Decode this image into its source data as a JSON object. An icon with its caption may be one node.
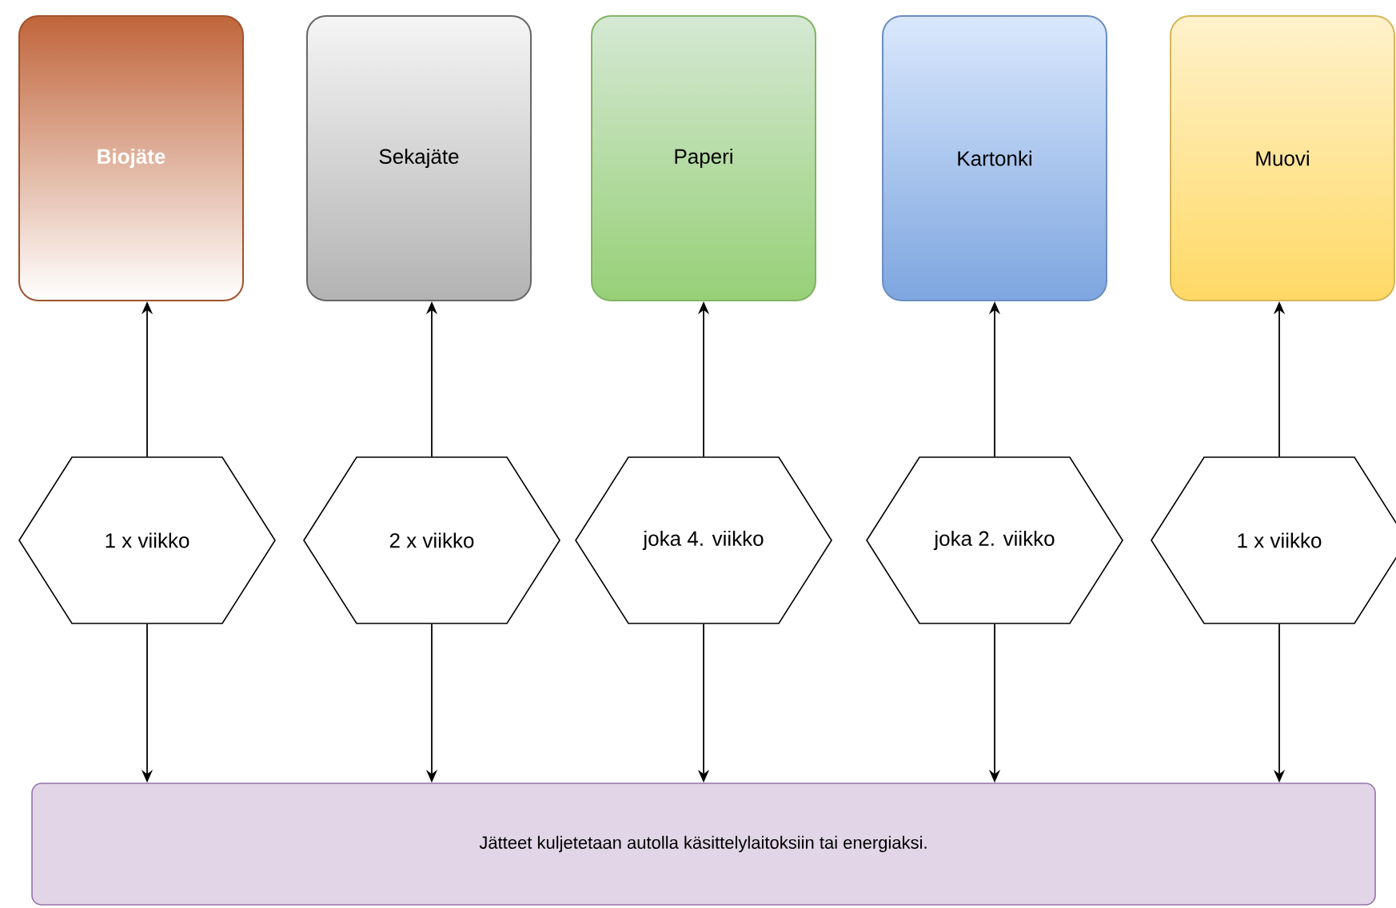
{
  "diagram": {
    "nodes": [
      {
        "text": [
          "Biojäte"
        ]
      },
      {
        "text": [
          "Sekajäte"
        ]
      },
      {
        "text": [
          "Paperi"
        ]
      },
      {
        "text": [
          "Kartonki"
        ]
      },
      {
        "text": [
          "Muovi"
        ]
      },
      {
        "text": [
          "1 x viikko"
        ]
      },
      {
        "text": [
          "2 x viikko"
        ]
      },
      {
        "text": [
          "joka 4. viikko"
        ]
      },
      {
        "text": [
          "joka 2. viikko"
        ]
      },
      {
        "text": [
          "1 x viikko"
        ]
      },
      {
        "text": [
          "Jätteet kuljetetaan autolla käsittelylaitoksiin tai energiaksi."
        ]
      }
    ],
    "edges": [
      {
        "from": 5,
        "to": 0,
        "arrow": "to"
      },
      {
        "from": 5,
        "to": 10,
        "arrow": "to"
      },
      {
        "from": 6,
        "to": 1,
        "arrow": "to"
      },
      {
        "from": 6,
        "to": 10,
        "arrow": "to"
      },
      {
        "from": 7,
        "to": 2,
        "arrow": "to"
      },
      {
        "from": 7,
        "to": 10,
        "arrow": "to"
      },
      {
        "from": 8,
        "to": 3,
        "arrow": "to"
      },
      {
        "from": 8,
        "to": 10,
        "arrow": "to"
      },
      {
        "from": 9,
        "to": 4,
        "arrow": "to"
      },
      {
        "from": 9,
        "to": 10,
        "arrow": "to"
      }
    ]
  }
}
